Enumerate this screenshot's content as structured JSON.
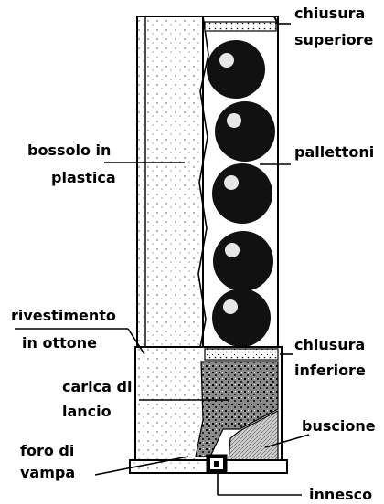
{
  "labels": {
    "chiusura_superiore": [
      "chiusura",
      "superiore"
    ],
    "bossolo_in_plastica": [
      "bossolo in",
      "plastica"
    ],
    "pallettoni": [
      "pallettoni"
    ],
    "rivestimento_in_ottone": [
      "rivestimento",
      "in ottone"
    ],
    "chiusura_inferiore": [
      "chiusura",
      "inferiore"
    ],
    "carica_di_lancio": [
      "carica di",
      "lancio"
    ],
    "buscione": [
      "buscione"
    ],
    "foro_di_vampa": [
      "foro di",
      "vampa"
    ],
    "innesco": [
      "innesco"
    ]
  },
  "colors": {
    "ink": "#000000",
    "background": "#ffffff",
    "shell_shade": "#9a9a9a",
    "wad_fill": "#c9c9c9",
    "powder_fill": "#6e6e6e"
  }
}
